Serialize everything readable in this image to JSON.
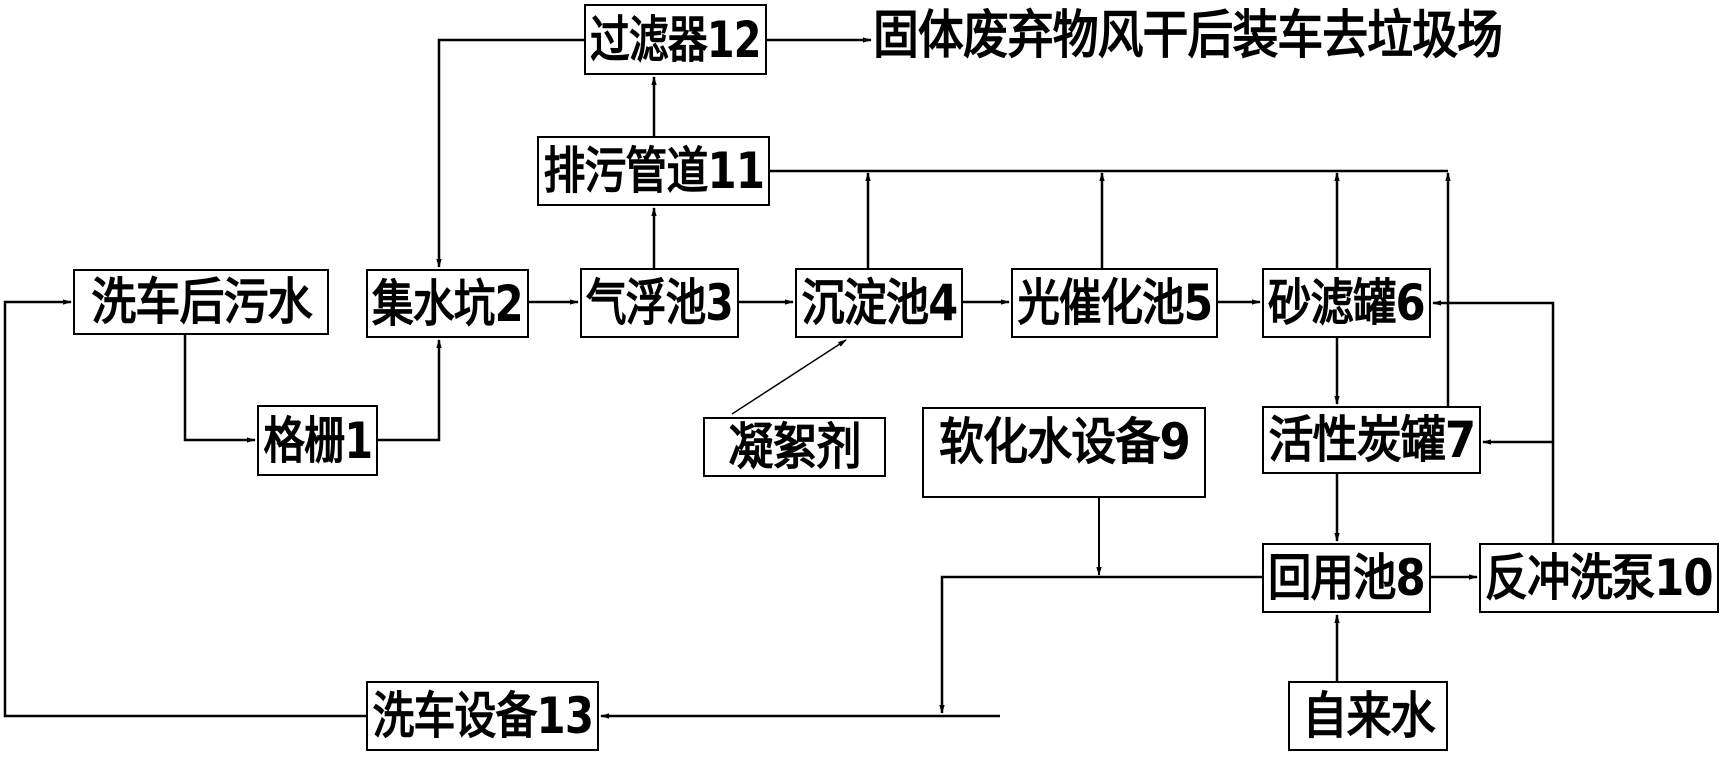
{
  "diagram": {
    "type": "process-flowchart",
    "nodes": {
      "wastewater": "洗车后污水",
      "grille": "格栅1",
      "sump": "集水坑2",
      "air_flotation": "气浮池3",
      "sedimentation": "沉淀池4",
      "photocatalysis": "光催化池5",
      "sand_filter": "砂滤罐6",
      "carbon_tank": "活性炭罐7",
      "reuse_pool": "回用池8",
      "softener": "软化水设备9",
      "backwash_pump": "反冲洗泵10",
      "sewage_pipe": "排污管道11",
      "filter": "过滤器12",
      "wash_equipment": "洗车设备13",
      "flocculant": "凝絮剂",
      "tap_water": "自来水"
    },
    "disposal_label": "固体废弃物风干后装车去垃圾场",
    "edges": [
      {
        "from": "wash_equipment",
        "to": "wastewater"
      },
      {
        "from": "wastewater",
        "to": "grille"
      },
      {
        "from": "grille",
        "to": "sump"
      },
      {
        "from": "sump",
        "to": "air_flotation"
      },
      {
        "from": "air_flotation",
        "to": "sedimentation"
      },
      {
        "from": "flocculant",
        "to": "sedimentation"
      },
      {
        "from": "sedimentation",
        "to": "photocatalysis"
      },
      {
        "from": "photocatalysis",
        "to": "sand_filter"
      },
      {
        "from": "sand_filter",
        "to": "carbon_tank"
      },
      {
        "from": "carbon_tank",
        "to": "reuse_pool"
      },
      {
        "from": "tap_water",
        "to": "reuse_pool"
      },
      {
        "from": "reuse_pool",
        "to": "backwash_pump"
      },
      {
        "from": "backwash_pump",
        "to": "carbon_tank"
      },
      {
        "from": "backwash_pump",
        "to": "sand_filter"
      },
      {
        "from": "reuse_pool",
        "to": "wash_equipment"
      },
      {
        "from": "softener",
        "to": "wash_equipment"
      },
      {
        "from": "air_flotation",
        "to": "sewage_pipe"
      },
      {
        "from": "sedimentation",
        "to": "sewage_pipe"
      },
      {
        "from": "photocatalysis",
        "to": "sewage_pipe"
      },
      {
        "from": "sand_filter",
        "to": "sewage_pipe"
      },
      {
        "from": "carbon_tank",
        "to": "sewage_pipe"
      },
      {
        "from": "sewage_pipe",
        "to": "filter"
      },
      {
        "from": "filter",
        "to": "sump"
      },
      {
        "from": "filter",
        "to": "disposal_label"
      }
    ]
  }
}
